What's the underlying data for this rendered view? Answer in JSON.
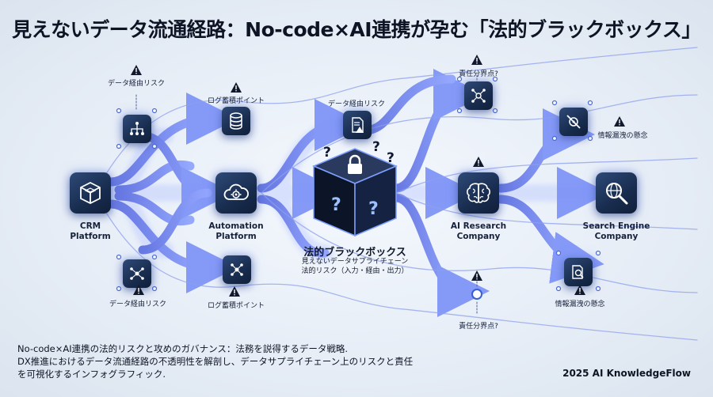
{
  "title": "見えないデータ流通経路：No-code×AI連携が孕む「法的ブラックボックス」",
  "nodes": {
    "crm": {
      "line1": "CRM",
      "line2": "Platform"
    },
    "automation": {
      "line1": "Automation",
      "line2": "Platform"
    },
    "ai_research": {
      "line1": "AI Research",
      "line2": "Company"
    },
    "search_engine": {
      "line1": "Search Engine",
      "line2": "Company"
    }
  },
  "labels": {
    "data_route_risk_tl": "データ経由リスク",
    "log_storage_top": "ログ蓄積ポイント",
    "data_route_risk_mid": "データ経由リスク",
    "responsibility_top": "責任分界点?",
    "info_leak_top": "情報漏洩の懸念",
    "data_route_risk_bl": "データ経由リスク",
    "log_storage_bottom": "ログ蓄積ポイント",
    "responsibility_bottom": "責任分界点?",
    "info_leak_bottom": "情報漏洩の懸念"
  },
  "blackbox": {
    "title": "法的ブラックボックス",
    "sub1": "見えないデータサプライチェーン",
    "sub2": "法的リスク（入力・経由・出力）",
    "qmark": "?"
  },
  "footer": {
    "line1": "No-code×AI連携の法的リスクと攻めのガバナンス：法務を説得するデータ戦略.",
    "line2": "DX推進におけるデータ流通経路の不透明性を解剖し、データサプライチェーン上のリスクと責任",
    "line3": "を可視化するインフォグラフィック."
  },
  "brand": "2025 AI KnowledgeFlow",
  "colors": {
    "arrow": "#6f86f0",
    "node": "#1e3358",
    "warning": "#111a2c",
    "glow": "#9fb4ff"
  },
  "icons": [
    "cube-icon",
    "cloud-gear-icon",
    "padlock-icon",
    "brain-icon",
    "magnifier-globe-icon",
    "hierarchy-icon",
    "database-icon",
    "document-warning-icon",
    "network-icon",
    "leak-icon",
    "warning-icon"
  ]
}
